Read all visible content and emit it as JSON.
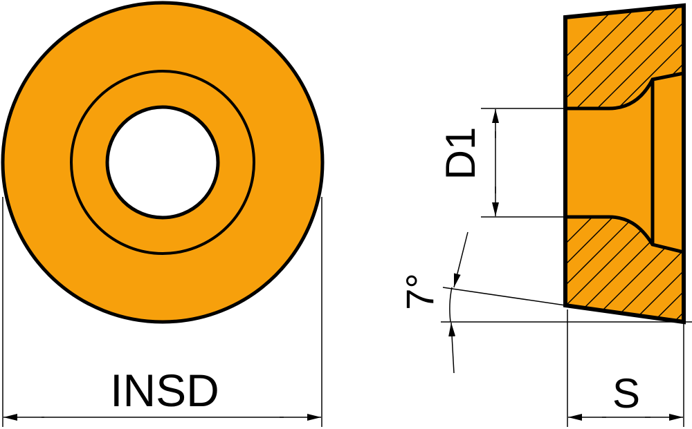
{
  "colors": {
    "fill": "#F7A00C",
    "line": "#000000",
    "background": "#FFFFFF"
  },
  "labels": {
    "insd": "INSD",
    "d1": "D1",
    "angle": "7°",
    "s": "S"
  }
}
